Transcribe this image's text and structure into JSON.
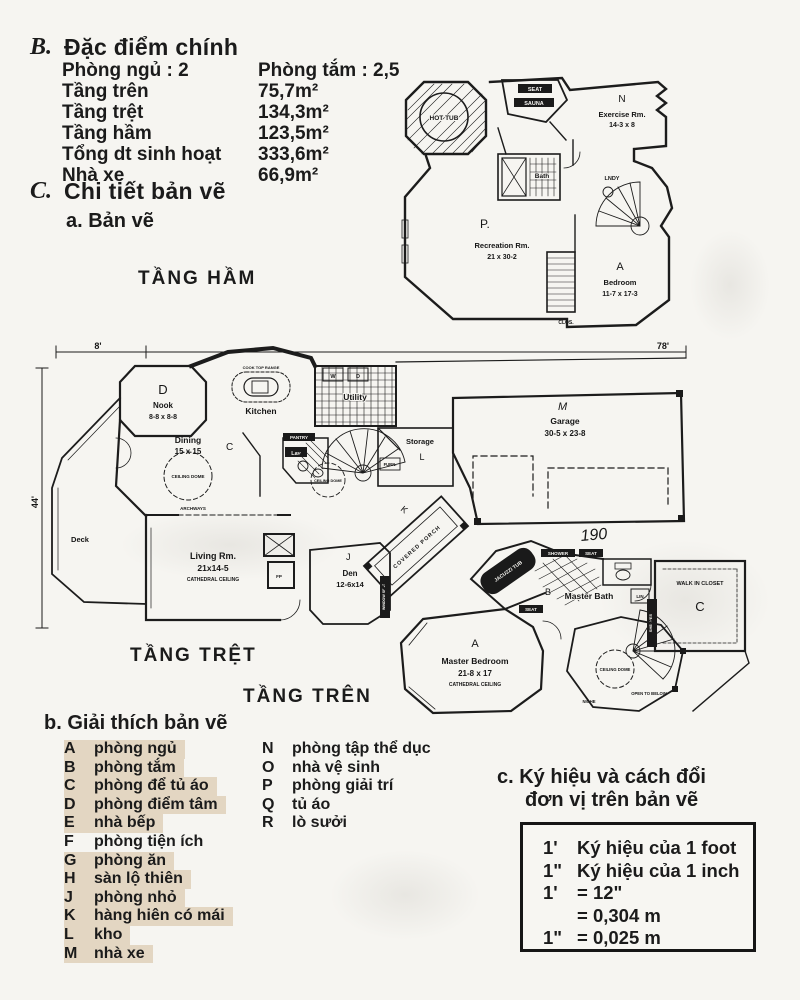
{
  "sections": {
    "b": {
      "label": "B.",
      "title": "Đặc điểm chính"
    },
    "c": {
      "label": "C.",
      "title": "Chi tiết bản vẽ"
    },
    "a_sub": "a. Bản vẽ",
    "b_sub": "b. Giải thích bản vẽ"
  },
  "specs": {
    "rows": [
      {
        "label": "Phòng ngủ : 2",
        "value": "Phòng tắm : 2,5"
      },
      {
        "label": "Tầng trên",
        "value": "75,7m²"
      },
      {
        "label": "Tầng trệt",
        "value": "134,3m²"
      },
      {
        "label": "Tầng hầm",
        "value": "123,5m²"
      },
      {
        "label": "Tổng dt sinh hoạt",
        "value": "333,6m²"
      },
      {
        "label": "Nhà xe",
        "value": "66,9m²"
      }
    ]
  },
  "floor_labels": {
    "basement": "TẦNG HẦM",
    "ground": "TẦNG TRỆT",
    "upper": "TẦNG TRÊN"
  },
  "bp": {
    "hot_tub": "HOT TUB",
    "seat": "SEAT",
    "sauna": "SAUNA",
    "letter_n": "N",
    "exercise": "Exercise Rm.",
    "exercise_dim": "14-3 x 8",
    "bath": "Bath",
    "lndy": "LNDY",
    "letter_p": "P.",
    "recreation": "Recreation Rm.",
    "recreation_dim": "21 x 30-2",
    "letter_a": "A",
    "bedroom": "Bedroom",
    "bedroom_dim": "11-7 x 17-3",
    "clos": "CLOS."
  },
  "gp": {
    "dim_left": "8'",
    "dim_total": "78'",
    "dim_side": "44'",
    "letter_d": "D",
    "nook": "Nook",
    "nook_dim": "8-8 x 8-8",
    "cooktop": "COOK TOP RANGE",
    "kitchen": "Kitchen",
    "utility": "Utility",
    "w": "W",
    "d2": "D",
    "dining": "Dining",
    "dining_dim": "15 x 15",
    "letter_c": "C",
    "dome1": "CEILING DOME",
    "dome2": "CEILING DOME",
    "pantry": "PANTRY",
    "lav": "Lav",
    "storage": "Storage",
    "letter_l": "L",
    "furn": "FURN.",
    "letter_m": "M",
    "garage": "Garage",
    "garage_dim": "30-5 x 23-8",
    "deck": "Deck",
    "archways": "ARCHWAYS",
    "living": "Living Rm.",
    "living_dim": "21x14-5",
    "cathedral": "CATHEDRAL CEILING",
    "fp": "FP",
    "letter_j": "J",
    "den": "Den",
    "den_dim": "12-6x14",
    "letter_k": "K",
    "porch": "COVERED PORCH",
    "window_seat": "WINDOW SEAT"
  },
  "up": {
    "hand": "190",
    "jacuzzi": "JACUZZI TUB",
    "shower": "SHOWER",
    "seat_a": "SEAT",
    "seat_b": "SEAT",
    "letter_b": "B",
    "master_bath": "Master Bath",
    "wic": "WALK IN CLOSET",
    "letter_c": "C",
    "lin": "LIN",
    "shelves": "SHELVES",
    "letter_a": "A",
    "master_bedroom": "Master Bedroom",
    "mb_dim": "21-8 x 17",
    "cathedral": "CATHEDRAL CEILING",
    "dome": "CEILING DOME",
    "open_below": "OPEN TO BELOW",
    "niche": "NICHE"
  },
  "legend": {
    "left": [
      {
        "letter": "A",
        "text": "phòng ngủ"
      },
      {
        "letter": "B",
        "text": "phòng tắm"
      },
      {
        "letter": "C",
        "text": "phòng để tủ áo"
      },
      {
        "letter": "D",
        "text": "phòng điểm tâm"
      },
      {
        "letter": "E",
        "text": "nhà bếp"
      },
      {
        "letter": "F",
        "text": "phòng tiện ích"
      },
      {
        "letter": "G",
        "text": "phòng ăn"
      },
      {
        "letter": "H",
        "text": "sàn lộ thiên"
      },
      {
        "letter": "J",
        "text": "phòng nhỏ"
      },
      {
        "letter": "K",
        "text": "hàng hiên có mái"
      },
      {
        "letter": "L",
        "text": "kho"
      },
      {
        "letter": "M",
        "text": "nhà xe"
      }
    ],
    "right": [
      {
        "letter": "N",
        "text": "phòng tập thể dục"
      },
      {
        "letter": "O",
        "text": "nhà vệ sinh"
      },
      {
        "letter": "P",
        "text": "phòng giải trí"
      },
      {
        "letter": "Q",
        "text": "tủ áo"
      },
      {
        "letter": "R",
        "text": "lò sưởi"
      }
    ]
  },
  "conversion": {
    "heading1": "c. Ký hiệu và cách đổi",
    "heading2": "đơn vị trên bản vẽ",
    "rows": [
      {
        "sym": "1'",
        "text": "Ký hiệu của 1 foot"
      },
      {
        "sym": "1\"",
        "text": "Ký hiệu của 1 inch"
      },
      {
        "sym": "1'",
        "text": "= 12\""
      },
      {
        "sym": "",
        "text": "= 0,304 m"
      },
      {
        "sym": "1\"",
        "text": "= 0,025 m"
      }
    ]
  }
}
